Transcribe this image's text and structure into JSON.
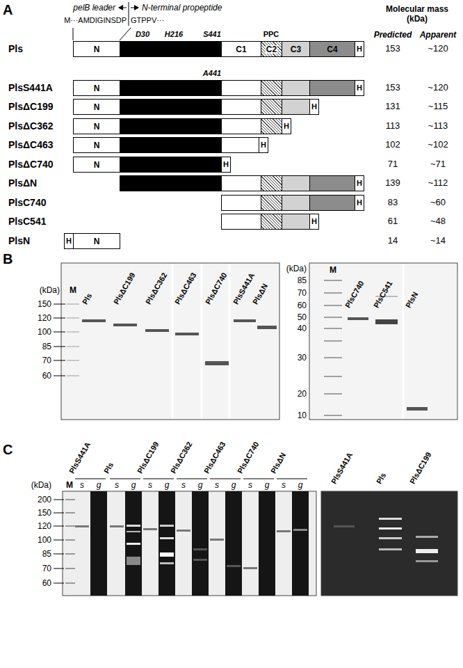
{
  "diagram": {
    "nodes": [
      {
        "text": [
          "N"
        ]
      },
      {
        "text": [
          "C1"
        ]
      },
      {
        "text": [
          "C2"
        ]
      },
      {
        "text": [
          "C3"
        ]
      },
      {
        "text": [
          "C4"
        ]
      },
      {
        "text": [
          "H"
        ]
      },
      {
        "text": [
          "N"
        ]
      },
      {
        "text": [
          "H"
        ]
      },
      {
        "text": [
          "N"
        ]
      },
      {
        "text": [
          "H"
        ]
      },
      {
        "text": [
          "N"
        ]
      },
      {
        "text": [
          "H"
        ]
      },
      {
        "text": [
          "N"
        ]
      },
      {
        "text": [
          "H"
        ]
      },
      {
        "text": [
          "N"
        ]
      },
      {
        "text": [
          "H"
        ]
      },
      {
        "text": [
          "H"
        ]
      },
      {
        "text": [
          "H"
        ]
      },
      {
        "text": [
          "H"
        ]
      },
      {
        "text": [
          "H"
        ]
      },
      {
        "text": [
          "N"
        ]
      }
    ],
    "labels": [
      "A",
      "pelB leader",
      "N-terminal propeptide",
      "M···AMDIGINSDP",
      "GTPPV···",
      "D30",
      "H216",
      "S441",
      "PPC",
      "Molecular mass (kDa)",
      "Predicted",
      "Apparent",
      "Pls",
      "153",
      "~120",
      "PlsS441A",
      "153",
      "~120",
      "A441",
      "PlsΔC199",
      "131",
      "~115",
      "PlsΔC362",
      "113",
      "~113",
      "PlsΔC463",
      "102",
      "~102",
      "PlsΔC740",
      "71",
      "~71",
      "PlsΔN",
      "139",
      "~112",
      "PlsC740",
      "83",
      "~60",
      "PlsC541",
      "61",
      "~48",
      "PlsN",
      "14",
      "~14",
      "B",
      "(kDa)",
      "M",
      "150",
      "120",
      "100",
      "85",
      "70",
      "60",
      "Pls",
      "PlsΔC199",
      "PlsΔC362",
      "PlsΔC463",
      "PlsΔC740",
      "PlsS441A",
      "PlsΔN",
      "(kDa)",
      "M",
      "85",
      "70",
      "60",
      "50",
      "40",
      "30",
      "20",
      "10",
      "PlsC740",
      "PlsC541",
      "PlsN",
      "C",
      "(kDa)",
      "M",
      "200",
      "150",
      "120",
      "100",
      "85",
      "70",
      "60",
      "PlsS441A",
      "s",
      "g",
      "Pls",
      "s",
      "g",
      "PlsΔC199",
      "s",
      "g",
      "PlsΔC362",
      "s",
      "g",
      "PlsΔC463",
      "s",
      "g",
      "PlsΔC740",
      "s",
      "g",
      "PlsΔN",
      "s",
      "g",
      "PlsS441A",
      "Pls",
      "PlsΔC199"
    ]
  }
}
